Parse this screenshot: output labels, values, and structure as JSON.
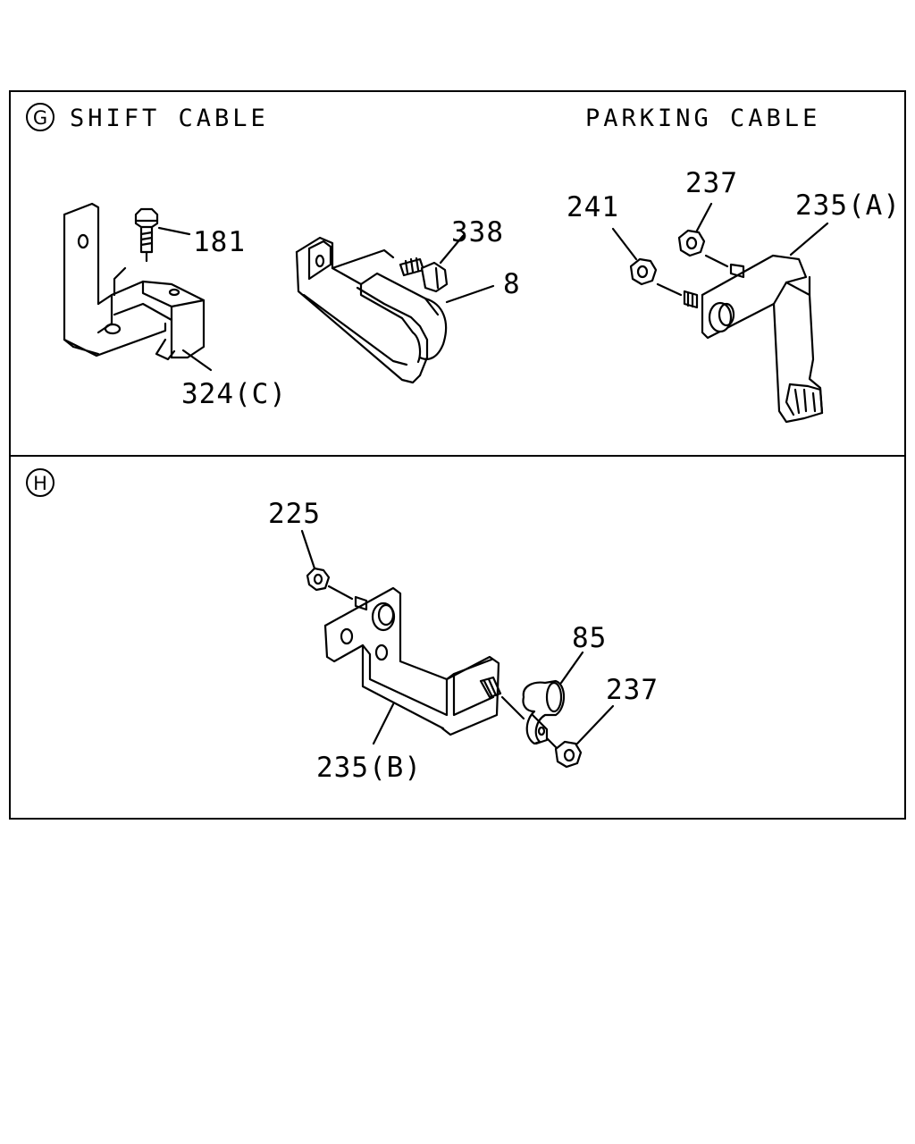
{
  "sections": {
    "g": {
      "marker": "G",
      "title_left": "SHIFT CABLE",
      "title_right": "PARKING CABLE",
      "labels": {
        "p181": "181",
        "p338": "338",
        "p8": "8",
        "p324c": "324(C)",
        "p241": "241",
        "p237": "237",
        "p235a": "235(A)"
      }
    },
    "h": {
      "marker": "H",
      "labels": {
        "p225": "225",
        "p85": "85",
        "p237": "237",
        "p235b": "235(B)"
      }
    }
  },
  "colors": {
    "line": "#000000",
    "background": "#ffffff"
  }
}
